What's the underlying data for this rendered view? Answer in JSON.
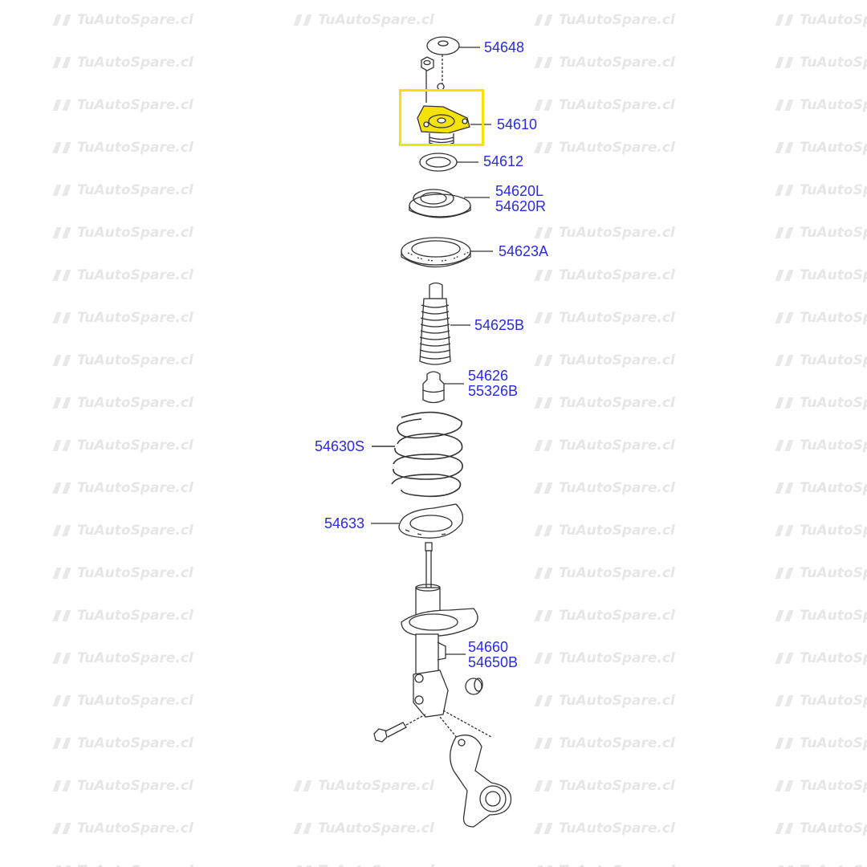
{
  "watermark": "TuAutoSpare.cl",
  "highlight_color": "#f5e20a",
  "label_color": "#2a2ae6",
  "highlighted_part": "54610",
  "parts": {
    "p54648": "54648",
    "p54610": "54610",
    "p54612": "54612",
    "p54620": [
      "54620L",
      "54620R"
    ],
    "p54623": "54623A",
    "p54625": "54625B",
    "p54626": [
      "54626",
      "55326B"
    ],
    "p54630": "54630S",
    "p54633": "54633",
    "p54660": [
      "54660",
      "54650B"
    ]
  }
}
